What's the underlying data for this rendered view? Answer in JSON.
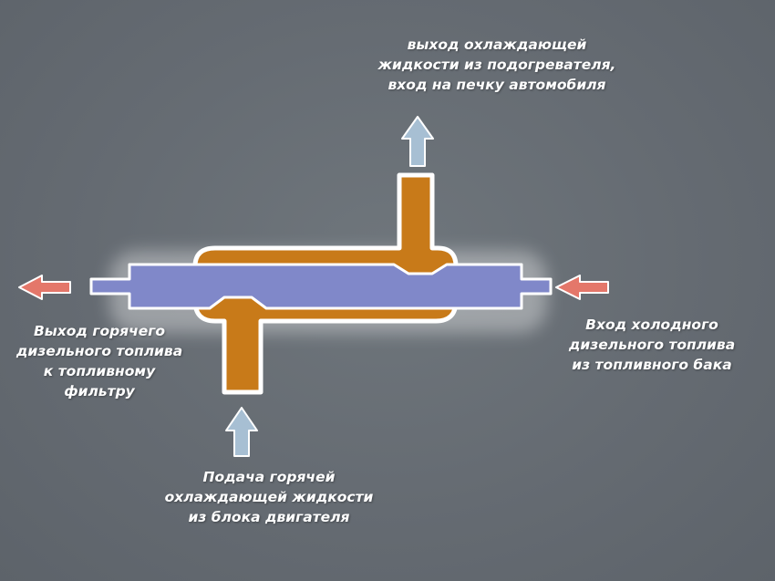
{
  "labels": {
    "coolant_out": [
      "выход охлаждающей",
      "жидкости  из подогревателя,",
      "вход на печку автомобиля"
    ],
    "fuel_out": [
      "Выход горячего",
      "дизельного топлива",
      "к топливному",
      "фильтру"
    ],
    "fuel_in": [
      "Вход  холодного",
      "дизельного  топлива",
      "из топливного бака"
    ],
    "coolant_in": [
      "Подача  горячей",
      "охлаждающей жидкости",
      "из блока  двигателя"
    ]
  },
  "colors": {
    "background": "#656b72",
    "fuel_pipe": "#8088c9",
    "coolant_pipe": "#c87a19",
    "outline": "#ffffff",
    "hot_arrow": "#e4776a",
    "cold_arrow": "#a7bfd3"
  }
}
